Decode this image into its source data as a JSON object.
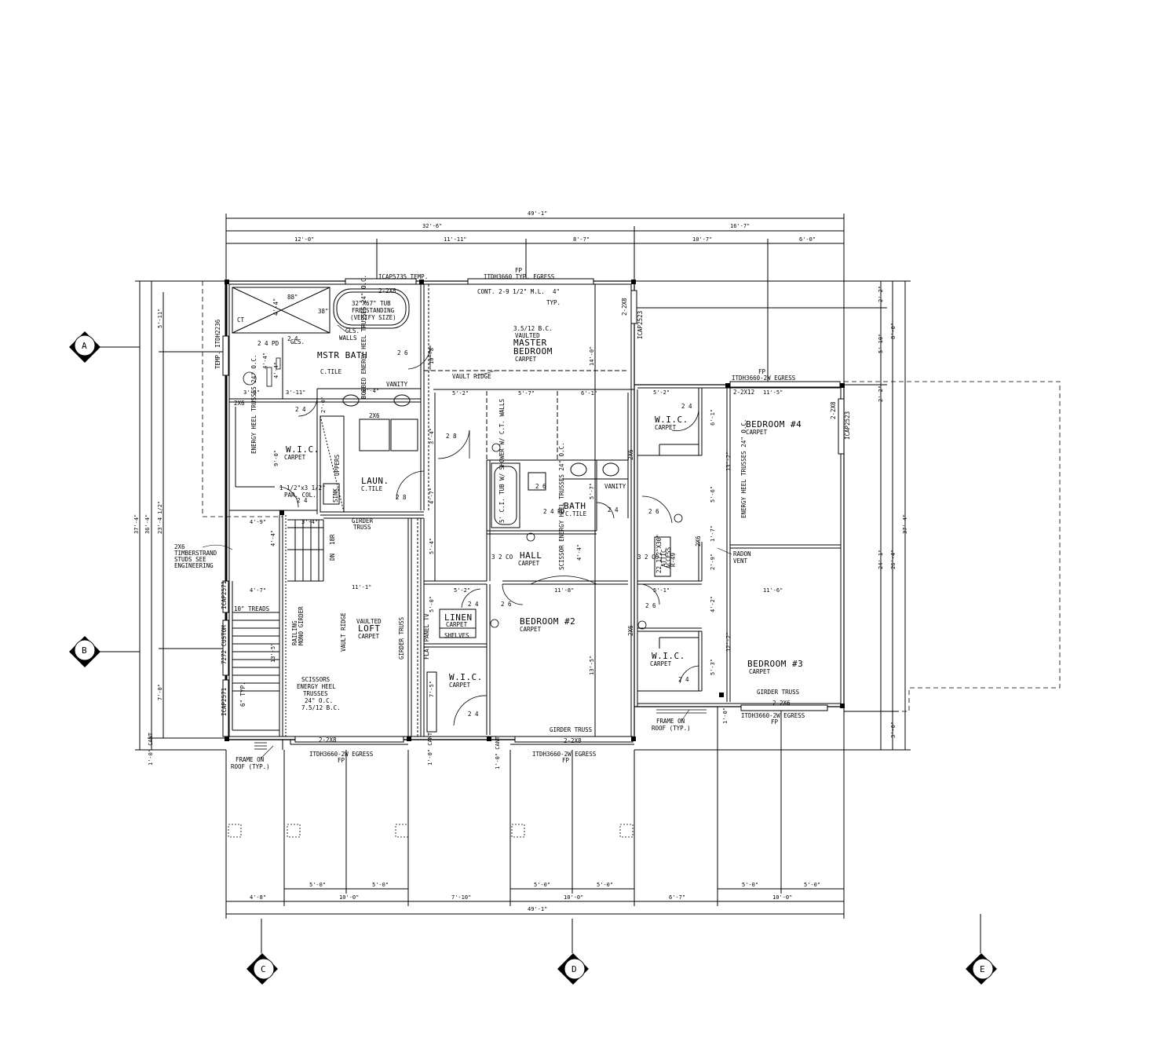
{
  "dimensions": {
    "top_overall": "49'-1\"",
    "top_left": "32'-6\"",
    "top_right": "16'-7\"",
    "top_seg_1": "12'-0\"",
    "top_seg_2": "11'-11\"",
    "top_seg_3": "8'-7\"",
    "top_seg_4": "10'-7\"",
    "top_seg_5": "6'-0\"",
    "bottom_overall": "49'-1\"",
    "bottom_seg_1": "4'-8\"",
    "bottom_seg_2": "10'-0\"",
    "bottom_seg_3": "7'-10\"",
    "bottom_seg_4": "10'-0\"",
    "bottom_seg_5": "6'-7\"",
    "bottom_seg_6": "10'-0\"",
    "bottom_sub_1": "5'-0\"",
    "bottom_sub_2": "5'-0\"",
    "bottom_sub_3": "5'-0\"",
    "bottom_sub_4": "5'-0\"",
    "bottom_sub_5": "5'-0\"",
    "bottom_sub_6": "5'-0\"",
    "left_overall": "37'-4\"",
    "left_mid": "36'-4\"",
    "left_inner": "23'-4 1/2\"",
    "left_top": "5'-11\"",
    "left_bottom": "7'-0\"",
    "left_cant": "1'-0\" CANT",
    "right_overall": "37'-4\"",
    "right_mid": "26'-4\"",
    "right_inner": "24'-1\"",
    "right_top": "8'-0\"",
    "right_top_a": "2'-2\"",
    "right_top_b": "5'-10\"",
    "right_mid_a": "2'-2\"",
    "right_bottom": "3'-0\""
  },
  "grid_markers": [
    "A",
    "B",
    "C",
    "D",
    "E"
  ],
  "rooms": {
    "mstr_bath": {
      "name": "MSTR BATH",
      "finish": "C.TILE"
    },
    "master_bedroom": {
      "name1": "MASTER",
      "name2": "BEDROOM",
      "finish": "CARPET",
      "note1": "3.5/12 B.C.",
      "note2": "VAULTED"
    },
    "wic_1": {
      "name": "W.I.C.",
      "finish": "CARPET"
    },
    "laundry": {
      "name": "LAUN.",
      "finish": "C.TILE"
    },
    "bath": {
      "name": "BATH",
      "finish": "C.TILE"
    },
    "hall": {
      "name": "HALL",
      "finish": "CARPET"
    },
    "loft": {
      "note": "VAULTED",
      "name": "LOFT",
      "finish": "CARPET"
    },
    "linen": {
      "name": "LINEN",
      "finish": "CARPET",
      "note": "SHELVES"
    },
    "wic_2": {
      "name": "W.I.C.",
      "finish": "CARPET"
    },
    "bedroom_2": {
      "name": "BEDROOM #2",
      "finish": "CARPET"
    },
    "wic_3": {
      "name": "W.I.C.",
      "finish": "CARPET"
    },
    "bedroom_4": {
      "name": "BEDROOM #4",
      "finish": "CARPET"
    },
    "wic_4": {
      "name": "W.I.C.",
      "finish": "CARPET"
    },
    "bedroom_3": {
      "name": "BEDROOM #3",
      "finish": "CARPET"
    }
  },
  "notes": {
    "temp_window": "ICAP5735 TEMP.",
    "egress_top": "ITDH3660 TYP. EGRESS",
    "fp_top": "FP",
    "cont": "CONT. 2-9 1/2\" M.L.",
    "typ4": "4\"",
    "typ": "TYP.",
    "hdr_2x8_top": "2-2X8",
    "tub1": "32\"X67\" TUB",
    "tub2": "FREESTANDING",
    "tub3": "(VERIFY SIZE)",
    "shower_88": "88\"",
    "shower_38": "38\"",
    "shower_44": "4'-4\"",
    "ct": "CT",
    "gls1": "GLS.",
    "gls2": "WALLS",
    "gls3": "GLS.",
    "vanity1": "VANITY",
    "vanity2": "VANITY",
    "vault_ridge_h": "VAULT RIDGE",
    "vault_ridge_v": "VAULT RIDGE",
    "bobbed": "BOBBED ENERGY HEEL TRUSSES 24\" O.C.",
    "energy_heel_left": "ENERGY HEEL TRUSSES 24\" O.C.",
    "energy_heel_right": "ENERGY HEEL TRUSSES 24\" O.C.",
    "scissor_hall": "SCISSOR ENERGY HEEL TRUSSES 24\" O.C.",
    "scissors_loft1": "SCISSORS",
    "scissors_loft2": "ENERGY HEEL",
    "scissors_loft3": "TRUSSES",
    "scissors_loft4": "24\" O.C.",
    "scissors_loft5": "7.5/12 B.C.",
    "par_col1": "1 1/2\"x3 1/2\"",
    "par_col2": "PAR. COL.",
    "uppers": "UPPERS",
    "sink": "SINK",
    "girder1": "GIRDER",
    "girder2": "TRUSS",
    "girder_truss_v1": "GIRDER TRUSS",
    "girder_truss_b2": "GIRDER TRUSS",
    "girder_truss_b3": "GIRDER TRUSS",
    "flat_panel": "FLAT PANEL TV",
    "timber1": "2X6",
    "timber2": "TIMBERSTRAND",
    "timber3": "STUDS SEE",
    "timber4": "ENGINEERING",
    "treads": "10\" TREADS",
    "railing": "RAILING",
    "mono": "MONO GIRDER",
    "dn": "DN",
    "r18": "18R",
    "custom": "7272 CUSTOM",
    "icap2571a": "ICAP2571",
    "icap2571b": "ICAP2571",
    "icap2523a": "ICAP2523",
    "icap2523b": "ICAP2523",
    "temp_itdh": "TEMP. ITDH2236",
    "tub_shower": "5' C.I. TUB W/ SHOWER W/ C.T. WALLS",
    "attic1": "22 1/2\"X30\"",
    "attic2": "ATTIC",
    "attic3": "ACCESS",
    "attic4": "R-49",
    "radon1": "RADON",
    "radon2": "VENT",
    "egress_b1": "ITDH3660-2W EGRESS",
    "egress_b2": "ITDH3660-2W EGRESS",
    "egress_r": "ITDH3660-2W EGRESS",
    "egress_br": "ITDH3660-2W EGRESS",
    "fp_b1": "FP",
    "fp_b2": "FP",
    "fp_r": "FP",
    "fp_br": "FP",
    "hdr_2x12": "2-2X12",
    "hdr_2x8_b1": "2-2X8",
    "hdr_2x8_b2": "2-2X8",
    "hdr_2x6_br": "2-2X6",
    "hdr_2x8_r": "2-2X8",
    "hdr_2x8_v": "2-2X8",
    "frame1": "FRAME ON",
    "frame2": "ROOF (TYP.)",
    "frame3": "FRAME ON",
    "frame4": "ROOF (TYP.)",
    "cant1": "1'-0\" CANT",
    "cant2": "1'-0\" CANT",
    "cant3": "1'-0\"",
    "c2x6": "2X6",
    "c2x6b": "2X6",
    "c2x6c": "2X6",
    "c2x6d": "2X6",
    "c2x6e": "2X6",
    "co1": "3 2 CO",
    "co2": "3 2 CO",
    "typ6": "6\" TYP."
  },
  "interior_dims": {
    "d1": "3'-5\"",
    "d2": "3'-11\"",
    "d3": "8'-4\"",
    "d4": "2'-0\"",
    "d5": "5'-2\"",
    "d6": "5'-7\"",
    "d7": "6'-1\"",
    "d8": "10'-8\"",
    "d9": "14'-0\"",
    "d10": "9'-0\"",
    "d11": "4'-9\"",
    "d12": "3'-4\"",
    "d13": "4'-4\"",
    "d14": "4'-7\"",
    "d15": "11'-1\"",
    "d16": "13'-5\"",
    "d17": "3'-4\"",
    "d18": "4'-7\"",
    "d19": "5'-4\"",
    "d20": "5'-2\"",
    "d21": "11'-8\"",
    "d22": "4'-4\"",
    "d23": "5'-7\"",
    "d24": "5'-0\"",
    "d25": "7'-5\"",
    "d26": "13'-5\"",
    "d27": "5'-1\"",
    "d28": "11'-6\"",
    "d29": "5'-2\"",
    "d30": "11'-5\"",
    "d31": "6'-1\"",
    "d32": "13'-2\"",
    "d33": "5'-6\"",
    "d34": "1'-7\"",
    "d35": "2'-9\"",
    "d36": "4'-2\"",
    "d37": "12'-2\"",
    "d38": "5'-3\"",
    "d39": "1'-0\"",
    "d40": "4'-4\"",
    "d41": "4'-4\""
  },
  "door_tags": {
    "t24": "2 4",
    "t28": "2 8",
    "t26": "2 6",
    "t24pd": "2 4 PD",
    "t32": "3 2"
  }
}
